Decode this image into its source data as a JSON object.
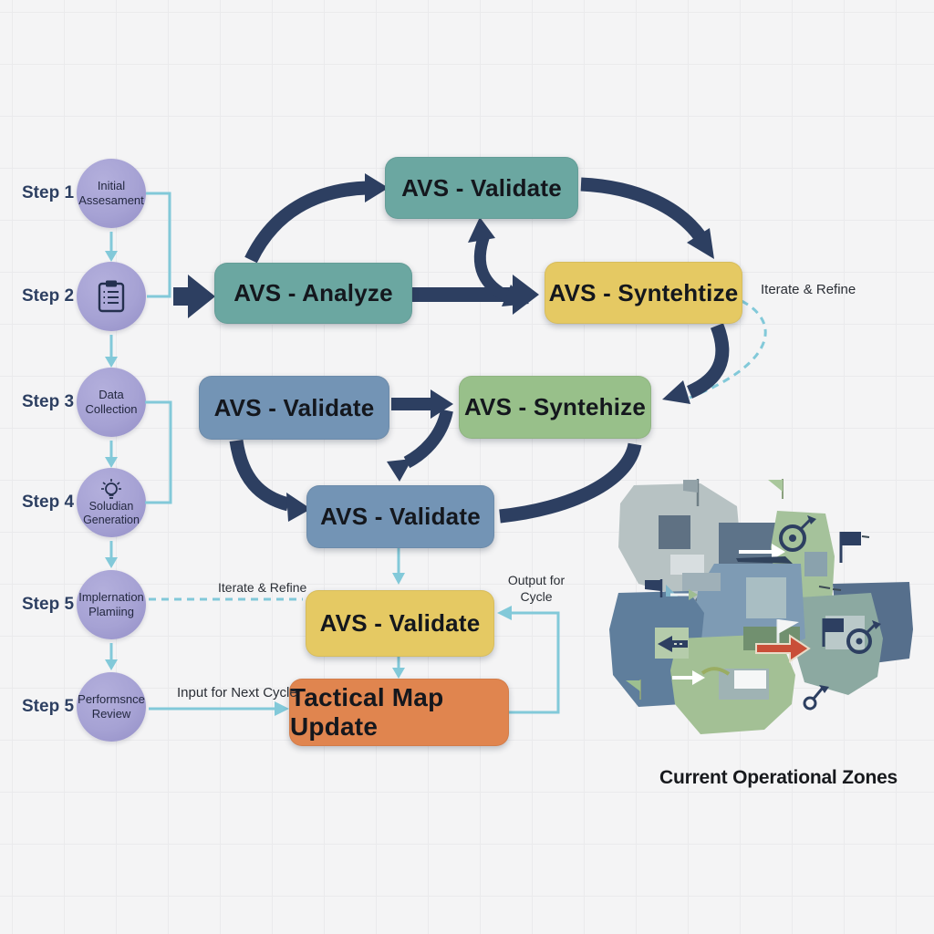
{
  "colors": {
    "navy": "#2d3f61",
    "light-blue": "#82c9d9",
    "purple": "#a6a2d4",
    "teal": "#6ba7a1",
    "yellow": "#e5c963",
    "blue": "#7394b5",
    "green": "#98c08a",
    "orange": "#e0854f",
    "red-arrow": "#c94f38",
    "bg": "#f4f4f5",
    "grid-line": "#eaeaec"
  },
  "steps": [
    {
      "label": "Step 1",
      "text": "Initial Assesament"
    },
    {
      "label": "Step 2",
      "text": "",
      "icon": "clipboard-icon"
    },
    {
      "label": "Step 3",
      "text": "Data Collection"
    },
    {
      "label": "Step 4",
      "text": "Soludian Generation",
      "icon": "lightbulb-icon"
    },
    {
      "label": "Step 5",
      "text": "Implernation Plamiing"
    },
    {
      "label": "Step 5",
      "text": "Performsnce Review"
    }
  ],
  "boxes": {
    "validate_top": "AVS - Validate",
    "analyze": "AVS - Analyze",
    "syntehtize": "AVS - Syntehtize",
    "validate_blue": "AVS - Validate",
    "syntehize_green": "AVS - Syntehize",
    "validate_mid": "AVS - Validate",
    "validate_yellow": "AVS - Validate",
    "tactical": "Tactical Map Update"
  },
  "annotations": {
    "iterate_refine_top": "Iterate & Refine",
    "iterate_refine_left": "Iterate & Refine",
    "output_for_cycle": "Output for Cycle",
    "input_next_cycle": "Input for Next Cycle",
    "map_caption": "Current Operational Zones"
  }
}
